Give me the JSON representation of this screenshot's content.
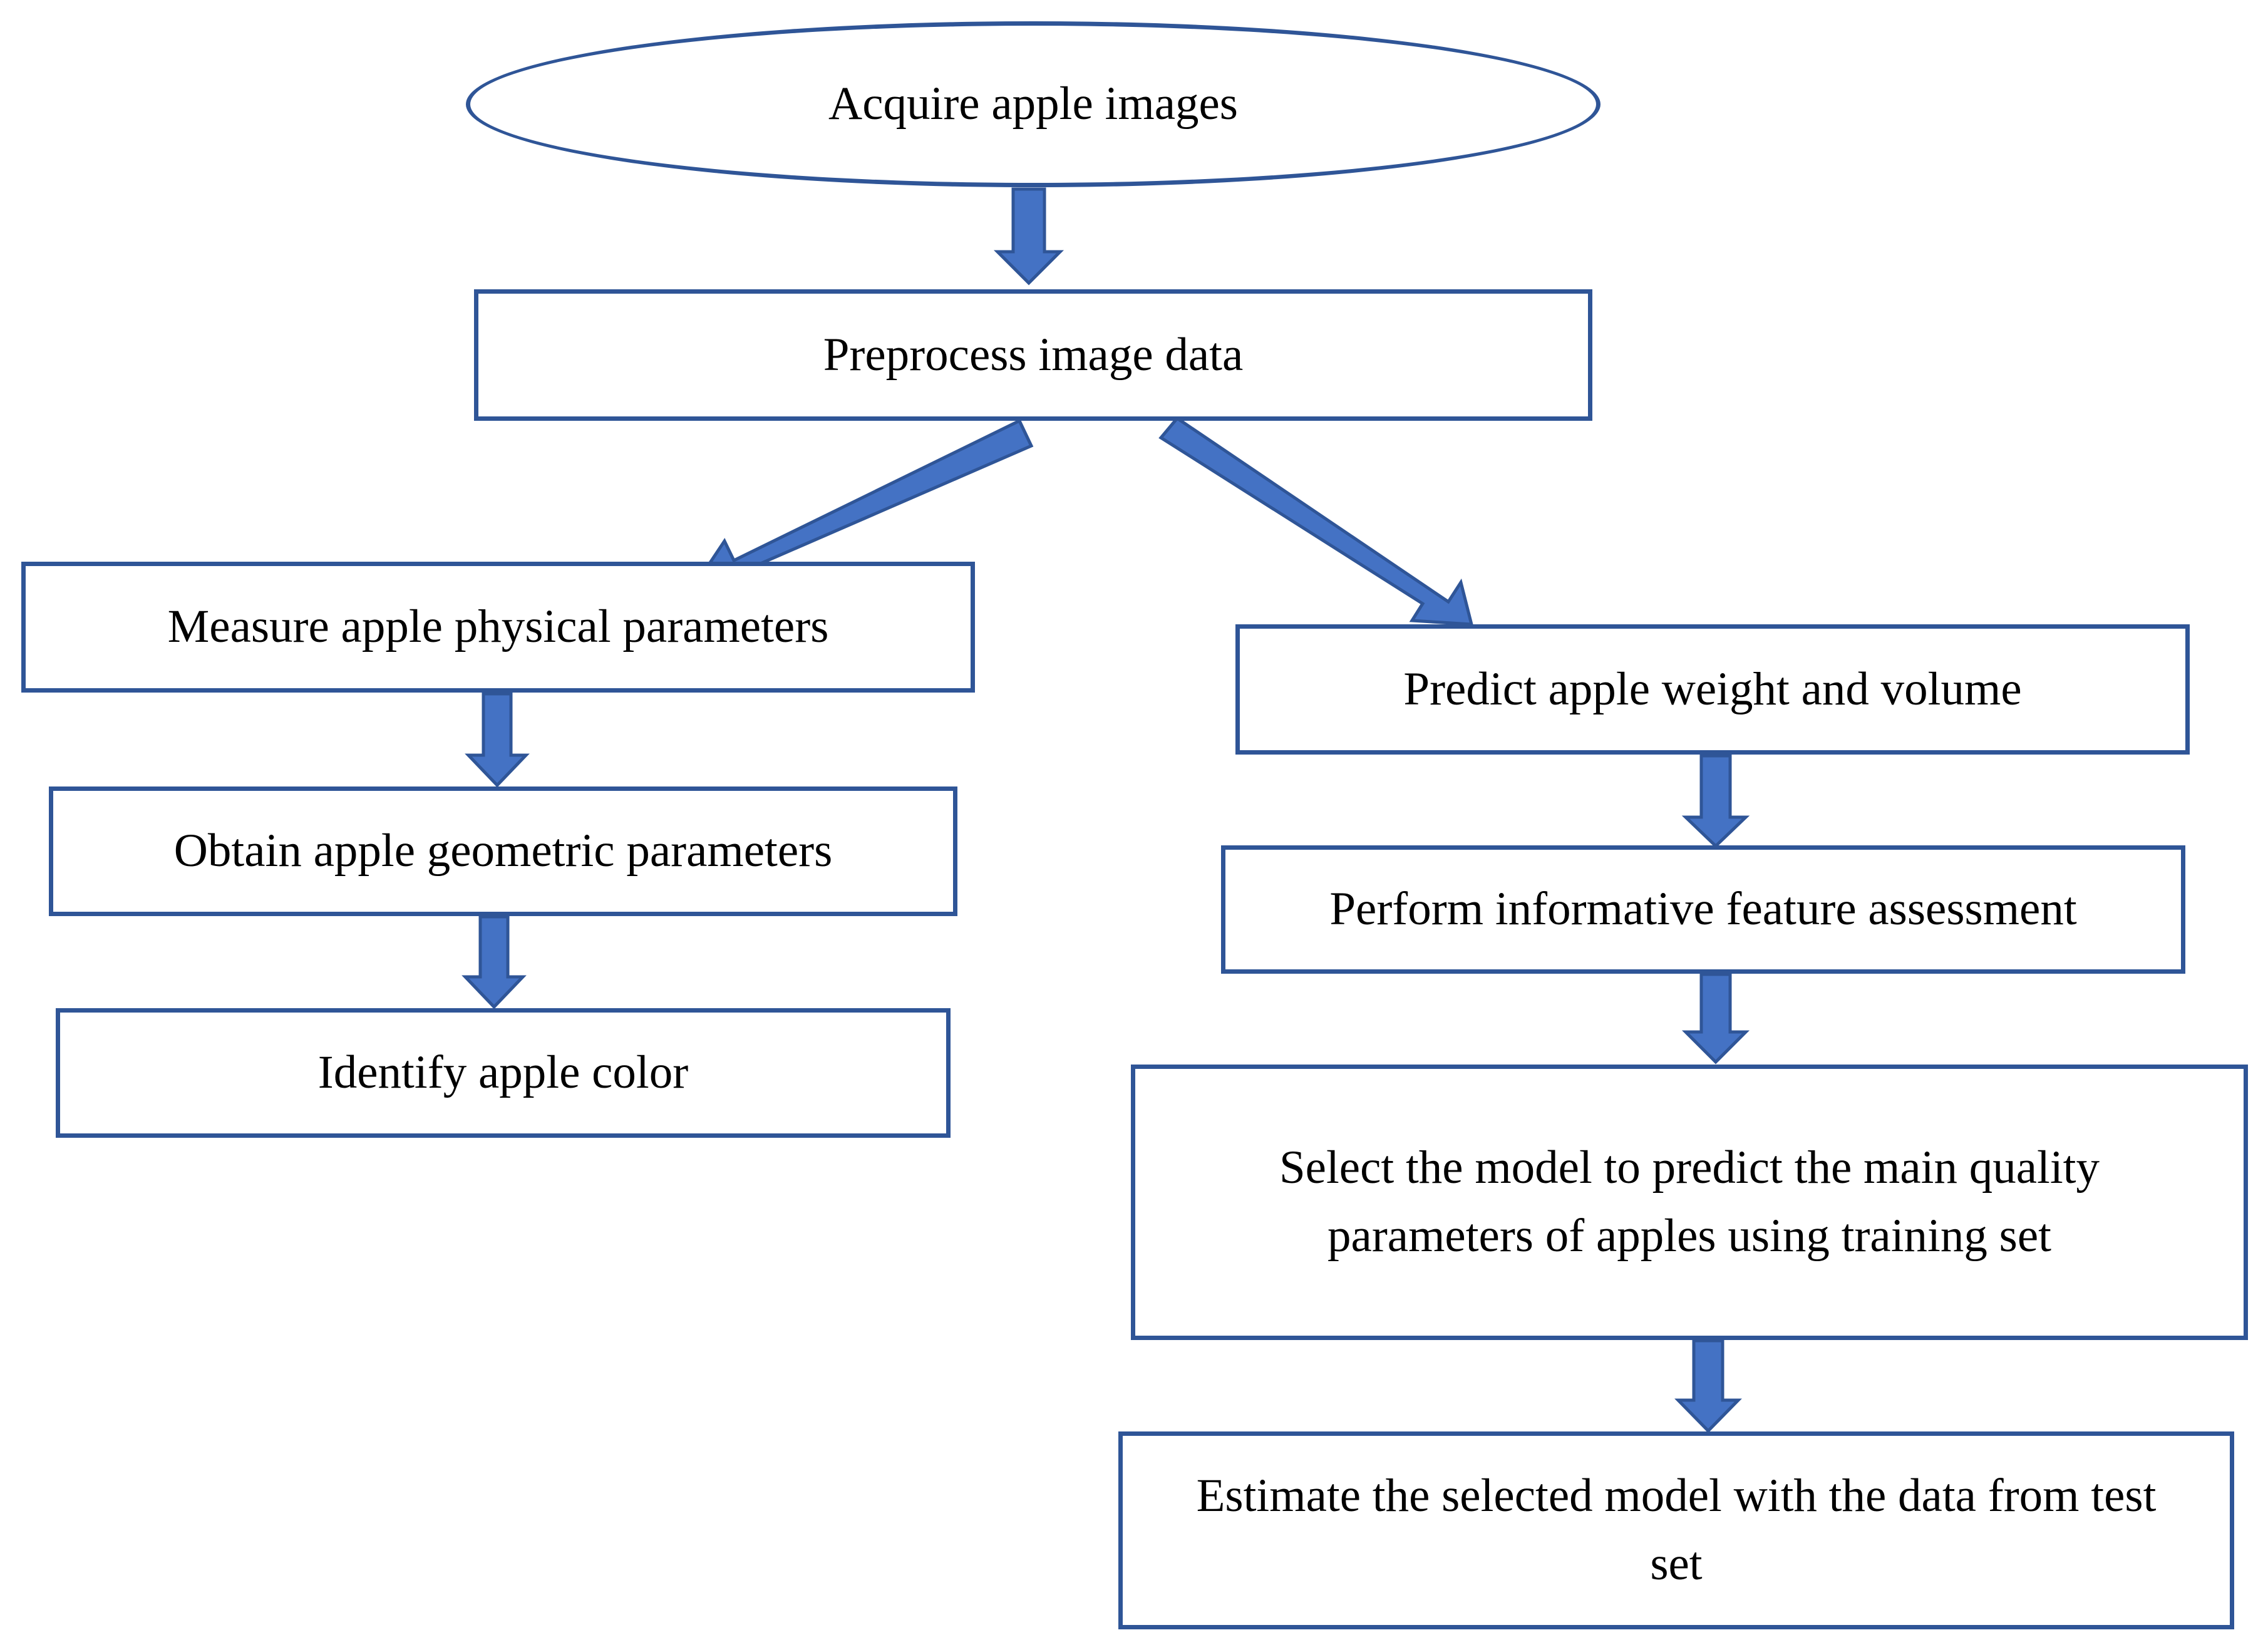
{
  "diagram": {
    "colors": {
      "border": "#2f5597",
      "arrow_fill": "#4472c4",
      "text": "#000000",
      "background": "#ffffff"
    },
    "nodes": {
      "acquire": "Acquire apple images",
      "preprocess": "Preprocess image data",
      "measure": "Measure apple physical parameters",
      "obtain": "Obtain apple geometric parameters",
      "identify": "Identify apple color",
      "predict": "Predict apple weight and volume",
      "perform": "Perform informative feature assessment",
      "select": "Select the model to predict the main quality parameters of apples using training set",
      "estimate": "Estimate the selected model with the data from test set"
    },
    "edges": [
      {
        "from": "acquire",
        "to": "preprocess"
      },
      {
        "from": "preprocess",
        "to": "measure"
      },
      {
        "from": "preprocess",
        "to": "predict"
      },
      {
        "from": "measure",
        "to": "obtain"
      },
      {
        "from": "obtain",
        "to": "identify"
      },
      {
        "from": "predict",
        "to": "perform"
      },
      {
        "from": "perform",
        "to": "select"
      },
      {
        "from": "select",
        "to": "estimate"
      }
    ]
  }
}
